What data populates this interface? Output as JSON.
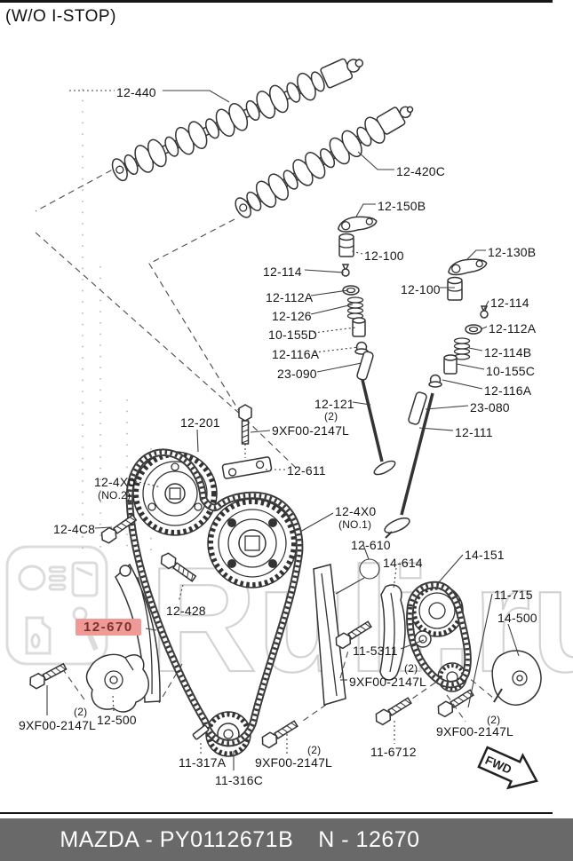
{
  "header": {
    "note": "(W/O I-STOP)"
  },
  "watermark": {
    "text": "Ruli.ru"
  },
  "highlight": {
    "label": "12-670",
    "bg": "#ef9a97",
    "fg": "#7e2f2c"
  },
  "parts": {
    "cam_440": "12-440",
    "cam_420c": "12-420C",
    "rocker_150b": "12-150B",
    "hla_100_left": "12-100",
    "rocker_130b": "12-130B",
    "hla_100_right": "12-100",
    "bolt_114_left": "12-114",
    "seal_112a_left": "12-112A",
    "spring_126": "12-126",
    "seat_155d": "10-155D",
    "retainer_116a_left": "12-116A",
    "seal_23090": "23-090",
    "valve_121": "12-121",
    "bolt_114_right": "12-114",
    "seal_112a_right": "12-112A",
    "spring_114b": "12-114B",
    "seat_155c": "10-155C",
    "retainer_116a_right": "12-116A",
    "seal_23080": "23-080",
    "valve_111": "12-111",
    "chain_201": "12-201",
    "qty2_top": "(2)",
    "bolt_9xf00_top": "9XF00-2147L",
    "guide_611": "12-611",
    "sprocket_4x0_no2": "12-4X0",
    "sprocket_4x0_no2_note": "(NO.2)",
    "bolt_4c8": "12-4C8",
    "sprocket_4x0_no1": "12-4X0",
    "sprocket_4x0_no1_note": "(NO.1)",
    "guide_610": "12-610",
    "tensioner_arm_14614": "14-614",
    "chain_14151": "14-151",
    "part_11715": "11-715",
    "tensioner_14500": "14-500",
    "bolt_428": "12-428",
    "guide_670": "12-670",
    "sprocket_115311": "11-5311",
    "qty2_mid": "(2)",
    "bolt_9xf00_mid": "9XF00-2147L",
    "qty2_bottom_left": "(2)",
    "bolt_9xf00_bottom_left": "9XF00-2147L",
    "tensioner_500": "12-500",
    "key_11317a": "11-317A",
    "sprocket_11316c": "11-316C",
    "qty2_bottom_center": "(2)",
    "bolt_9xf00_bottom_center": "9XF00-2147L",
    "qty2_bottom_right": "(2)",
    "bolt_9xf00_bottom_right": "9XF00-2147L",
    "bolt_116712": "11-6712",
    "fwd": "FWD"
  },
  "footer": {
    "left": "MAZDA - PY0112671B",
    "right": "N - 12670"
  }
}
